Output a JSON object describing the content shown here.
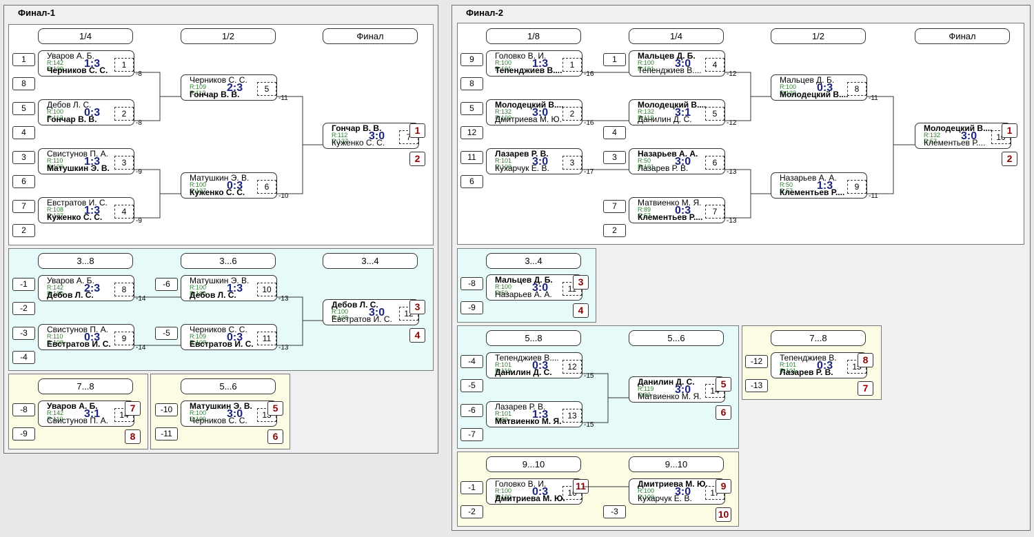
{
  "finals": [
    {
      "title": "Финал-1",
      "sections": [
        {
          "headers": [
            "1/4",
            "1/2",
            "Финал"
          ]
        },
        {
          "headers": [
            "3...8",
            "3...6",
            "3...4"
          ]
        },
        {
          "headers": [
            "7...8"
          ]
        },
        {
          "headers": [
            "5...6"
          ]
        }
      ]
    },
    {
      "title": "Финал-2",
      "sections": [
        {
          "headers": [
            "1/8",
            "1/4",
            "1/2",
            "Финал"
          ]
        },
        {
          "headers": [
            "3...4"
          ]
        },
        {
          "headers": [
            "5...8",
            "5...6"
          ]
        },
        {
          "headers": [
            "7...8"
          ]
        },
        {
          "headers": [
            "9...10",
            "9...10"
          ]
        }
      ]
    }
  ],
  "matches": [
    {
      "p1": "Уваров А. Б.",
      "r1": "R:142",
      "p2": "Черников С. С.",
      "r2": "R:109",
      "score": "1:3",
      "num": "1",
      "winner": 2,
      "seed1": "1",
      "seed2": "8",
      "lose": "-8"
    },
    {
      "p1": "Дебов Л. С.",
      "r1": "R:100",
      "p2": "Гончар В. В.",
      "r2": "R:112",
      "score": "0:3",
      "num": "2",
      "winner": 2,
      "seed1": "5",
      "seed2": "4",
      "lose": "-8"
    },
    {
      "p1": "Свистунов П. А.",
      "r1": "R:110",
      "p2": "Матушкин Э. В.",
      "r2": "R:100",
      "score": "1:3",
      "num": "3",
      "winner": 2,
      "seed1": "3",
      "seed2": "6",
      "lose": "-9"
    },
    {
      "p1": "Евстратов И. С.",
      "r1": "R:108",
      "p2": "Куженко С. С.",
      "r2": "R:137",
      "score": "1:3",
      "num": "4",
      "winner": 2,
      "seed1": "7",
      "seed2": "2",
      "lose": "-9"
    },
    {
      "p1": "Черников С. С.",
      "r1": "R:109",
      "p2": "Гончар В. В.",
      "r2": "R:112",
      "score": "2:3",
      "num": "5",
      "winner": 2,
      "lose": "-11"
    },
    {
      "p1": "Матушкин Э. В.",
      "r1": "R:100",
      "p2": "Куженко С. С.",
      "r2": "R:137",
      "score": "0:3",
      "num": "6",
      "winner": 2,
      "lose": "-10"
    },
    {
      "p1": "Гончар В. В.",
      "r1": "R:112",
      "p2": "Куженко С. С.",
      "r2": "R:137",
      "score": "3:0",
      "num": "7",
      "winner": 1,
      "place1": "1",
      "place2": "2"
    },
    {
      "p1": "Уваров А. Б.",
      "r1": "R:142",
      "p2": "Дебов Л. С.",
      "r2": "R:100",
      "score": "2:3",
      "num": "8",
      "winner": 2,
      "seed1": "-1",
      "seed2": "-2",
      "lose": "-14"
    },
    {
      "p1": "Свистунов П. А.",
      "r1": "R:110",
      "p2": "Евстратов И. С.",
      "r2": "R:108",
      "score": "0:3",
      "num": "9",
      "winner": 2,
      "seed1": "-3",
      "seed2": "-4",
      "lose": "-14"
    },
    {
      "p1": "Матушкин Э. В.",
      "r1": "R:100",
      "p2": "Дебов Л. С.",
      "r2": "R:100",
      "score": "1:3",
      "num": "10",
      "winner": 2,
      "seed1": "-6",
      "lose": "-13"
    },
    {
      "p1": "Черников С. С.",
      "r1": "R:109",
      "p2": "Евстратов И. С.",
      "r2": "R:108",
      "score": "0:3",
      "num": "11",
      "winner": 2,
      "seed1": "-5",
      "lose": "-13"
    },
    {
      "p1": "Дебов Л. С.",
      "r1": "R:100",
      "p2": "Евстратов И. С.",
      "r2": "R:108",
      "score": "3:0",
      "num": "12",
      "winner": 1,
      "place1": "3",
      "place2": "4"
    },
    {
      "p1": "Уваров А. Б.",
      "r1": "R:142",
      "p2": "Свистунов П. А.",
      "r2": "R:110",
      "score": "3:1",
      "num": "14",
      "winner": 1,
      "seed1": "-8",
      "seed2": "-9",
      "place1": "7",
      "place2": "8"
    },
    {
      "p1": "Матушкин Э. В.",
      "r1": "R:100",
      "p2": "Черников С. С.",
      "r2": "R:109",
      "score": "3:0",
      "num": "13",
      "winner": 1,
      "seed1": "-10",
      "seed2": "-11",
      "place1": "5",
      "place2": "6"
    },
    {
      "p1": "Головко В. И.",
      "r1": "R:100",
      "p2": "Тепенджиев В....",
      "r2": "R:101",
      "score": "1:3",
      "num": "1",
      "winner": 2,
      "seed1": "9",
      "seed2": "8",
      "lose": "-16"
    },
    {
      "p1": "Молодецкий В....",
      "r1": "R:132",
      "p2": "Дмитриева М. Ю.",
      "r2": "R:100",
      "score": "3:0",
      "num": "2",
      "winner": 1,
      "seed1": "5",
      "seed2": "12",
      "lose": "-16"
    },
    {
      "p1": "Лазарев Р. В.",
      "r1": "R:101",
      "p2": "Кухарчук Е. В.",
      "r2": "R:100",
      "score": "3:0",
      "num": "3",
      "winner": 1,
      "seed1": "11",
      "seed2": "6",
      "lose": "-17"
    },
    {
      "p1": "Мальцев Д. Б.",
      "r1": "R:100",
      "p2": "Тепенджиев В....",
      "r2": "R:101",
      "score": "3:0",
      "num": "4",
      "winner": 1,
      "seed1": "1",
      "lose": "-12"
    },
    {
      "p1": "Молодецкий В....",
      "r1": "R:132",
      "p2": "Данилин Д. С.",
      "r2": "R:119",
      "score": "3:1",
      "num": "5",
      "winner": 1,
      "seed2": "4",
      "lose": "-12"
    },
    {
      "p1": "Назарьев А. А.",
      "r1": "R:50",
      "p2": "Лазарев Р. В.",
      "r2": "R:101",
      "score": "3:0",
      "num": "6",
      "winner": 1,
      "seed1": "3",
      "lose": "-13"
    },
    {
      "p1": "Матвиенко М. Я.",
      "r1": "R:89",
      "p2": "Клементьев Р....",
      "r2": "R:57",
      "score": "0:3",
      "num": "7",
      "winner": 2,
      "seed1": "7",
      "seed2": "2",
      "lose": "-13"
    },
    {
      "p1": "Мальцев Д. Б.",
      "r1": "R:100",
      "p2": "Молодецкий В....",
      "r2": "R:132",
      "score": "0:3",
      "num": "8",
      "winner": 2,
      "lose": "-11"
    },
    {
      "p1": "Назарьев А. А.",
      "r1": "R:50",
      "p2": "Клементьев Р....",
      "r2": "R:57",
      "score": "1:3",
      "num": "9",
      "winner": 2,
      "lose": "-11"
    },
    {
      "p1": "Молодецкий В....",
      "r1": "R:132",
      "p2": "Клементьев Р....",
      "r2": "R:57",
      "score": "3:0",
      "num": "10",
      "winner": 1,
      "place1": "1",
      "place2": "2"
    },
    {
      "p1": "Мальцев Д. Б.",
      "r1": "R:100",
      "p2": "Назарьев А. А.",
      "r2": "R:50",
      "score": "3:0",
      "num": "11",
      "winner": 1,
      "seed1": "-8",
      "seed2": "-9",
      "place1": "3",
      "place2": "4"
    },
    {
      "p1": "Тепенджиев В....",
      "r1": "R:101",
      "p2": "Данилин Д. С.",
      "r2": "R:119",
      "score": "0:3",
      "num": "12",
      "winner": 2,
      "seed1": "-4",
      "seed2": "-5",
      "lose": "-15"
    },
    {
      "p1": "Лазарев Р. В.",
      "r1": "R:101",
      "p2": "Матвиенко М. Я.",
      "r2": "R:89",
      "score": "1:3",
      "num": "13",
      "winner": 2,
      "seed1": "-6",
      "seed2": "-7",
      "lose": "-15"
    },
    {
      "p1": "Данилин Д. С.",
      "r1": "R:119",
      "p2": "Матвиенко М. Я.",
      "r2": "R:89",
      "score": "3:0",
      "num": "14",
      "winner": 1,
      "place1": "5",
      "place2": "6"
    },
    {
      "p1": "Тепенджиев В.",
      "r1": "R:101",
      "p2": "Лазарев Р. В.",
      "r2": "R:101",
      "score": "0:3",
      "num": "15",
      "winner": 2,
      "seed1": "-12",
      "seed2": "-13",
      "place1": "8",
      "place2": "7"
    },
    {
      "p1": "Головко В. И.",
      "r1": "R:100",
      "p2": "Дмитриева М. Ю.",
      "r2": "R:100",
      "score": "0:3",
      "num": "16",
      "winner": 2,
      "seed1": "-1",
      "seed2": "-2",
      "place1": "11"
    },
    {
      "p1": "Дмитриева М. Ю.",
      "r1": "R:100",
      "p2": "Кухарчук Е. В.",
      "r2": "R:100",
      "score": "3:0",
      "num": "17",
      "winner": 1,
      "seed2": "-3",
      "place1": "9",
      "place2": "10"
    }
  ]
}
